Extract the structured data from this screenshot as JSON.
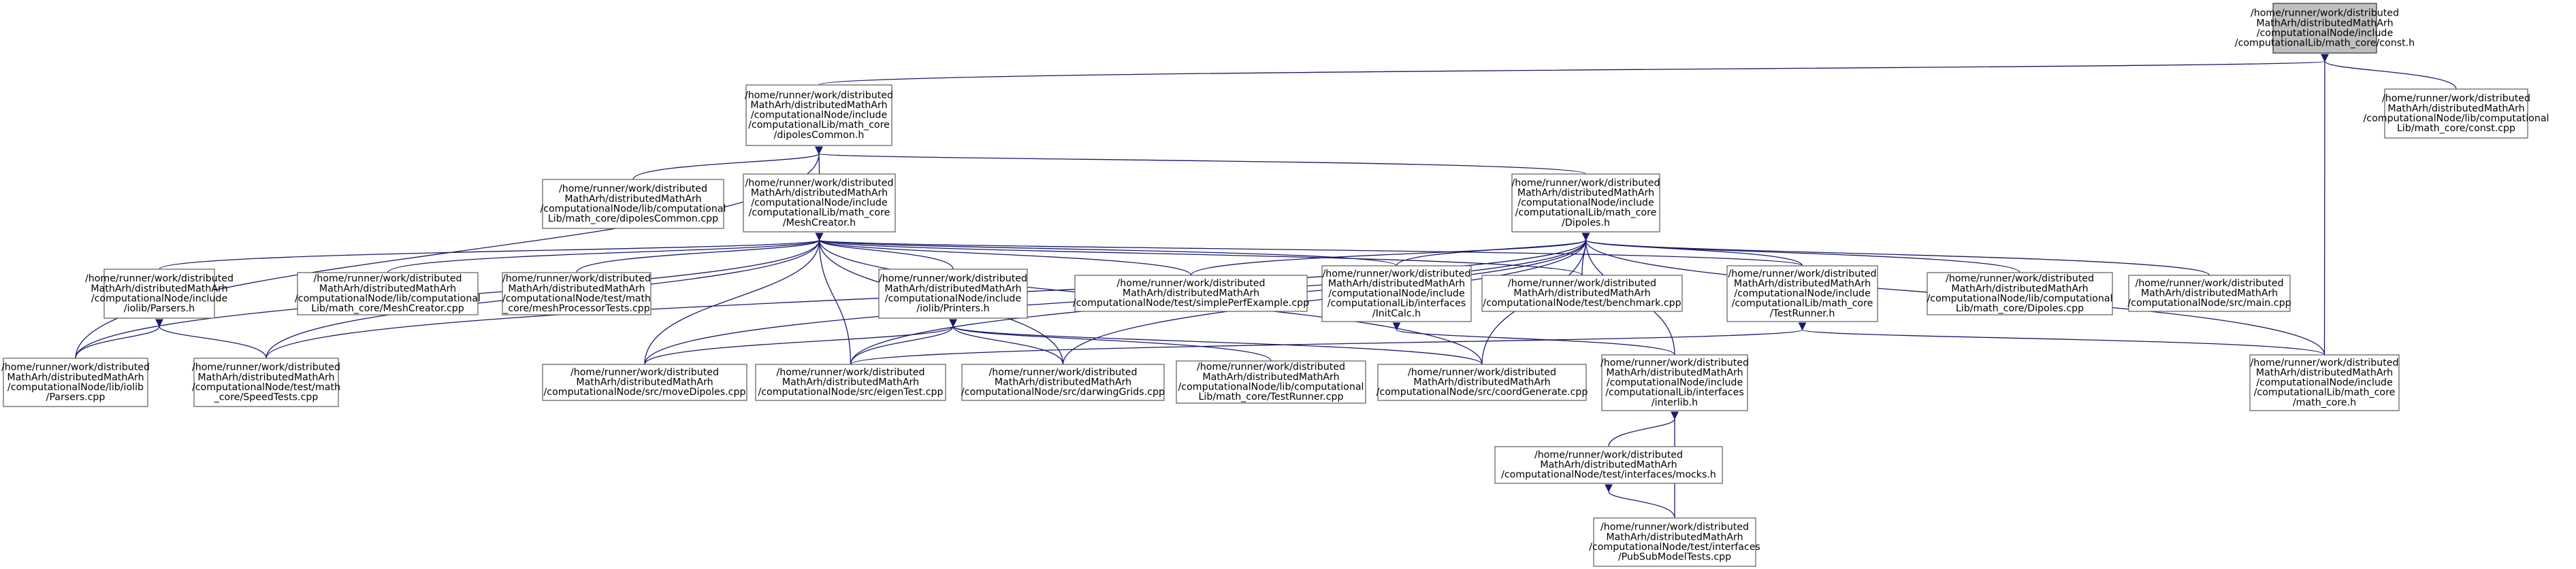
{
  "graph": {
    "title": "/home/runner/work/distributed/MathArh/distributedMathArh/computationalNode/include/computationalLib/math_core/const.h",
    "colors": {
      "edge": "#191970",
      "node_border": "#666666",
      "highlight_fill": "#bfbfbf"
    },
    "nodes": [
      {
        "id": "const_h",
        "highlight": true,
        "lines": [
          "/home/runner/work/distributed",
          "MathArh/distributedMathArh",
          "/computationalNode/include",
          "/computationalLib/math_core/const.h"
        ]
      },
      {
        "id": "const_cpp",
        "lines": [
          "/home/runner/work/distributed",
          "MathArh/distributedMathArh",
          "/computationalNode/lib/computational",
          "Lib/math_core/const.cpp"
        ]
      },
      {
        "id": "dipolesCommon_h",
        "lines": [
          "/home/runner/work/distributed",
          "MathArh/distributedMathArh",
          "/computationalNode/include",
          "/computationalLib/math_core",
          "/dipolesCommon.h"
        ]
      },
      {
        "id": "dipolesCommon_cpp",
        "lines": [
          "/home/runner/work/distributed",
          "MathArh/distributedMathArh",
          "/computationalNode/lib/computational",
          "Lib/math_core/dipolesCommon.cpp"
        ]
      },
      {
        "id": "meshCreator_h",
        "lines": [
          "/home/runner/work/distributed",
          "MathArh/distributedMathArh",
          "/computationalNode/include",
          "/computationalLib/math_core",
          "/MeshCreator.h"
        ]
      },
      {
        "id": "dipoles_h",
        "lines": [
          "/home/runner/work/distributed",
          "MathArh/distributedMathArh",
          "/computationalNode/include",
          "/computationalLib/math_core",
          "/Dipoles.h"
        ]
      },
      {
        "id": "parsers_h",
        "lines": [
          "/home/runner/work/distributed",
          "MathArh/distributedMathArh",
          "/computationalNode/include",
          "/iolib/Parsers.h"
        ]
      },
      {
        "id": "meshCreator_cpp",
        "lines": [
          "/home/runner/work/distributed",
          "MathArh/distributedMathArh",
          "/computationalNode/lib/computational",
          "Lib/math_core/MeshCreator.cpp"
        ]
      },
      {
        "id": "meshProcessorTests_cpp",
        "lines": [
          "/home/runner/work/distributed",
          "MathArh/distributedMathArh",
          "/computationalNode/test/math",
          "_core/meshProcessorTests.cpp"
        ]
      },
      {
        "id": "printers_h",
        "lines": [
          "/home/runner/work/distributed",
          "MathArh/distributedMathArh",
          "/computationalNode/include",
          "/iolib/Printers.h"
        ]
      },
      {
        "id": "simplePerfExample_cpp",
        "lines": [
          "/home/runner/work/distributed",
          "MathArh/distributedMathArh",
          "/computationalNode/test/simplePerfExample.cpp"
        ]
      },
      {
        "id": "initCalc_h",
        "lines": [
          "/home/runner/work/distributed",
          "MathArh/distributedMathArh",
          "/computationalNode/include",
          "/computationalLib/interfaces",
          "/InitCalc.h"
        ]
      },
      {
        "id": "benchmark_cpp",
        "lines": [
          "/home/runner/work/distributed",
          "MathArh/distributedMathArh",
          "/computationalNode/test/benchmark.cpp"
        ]
      },
      {
        "id": "testRunner_h",
        "lines": [
          "/home/runner/work/distributed",
          "MathArh/distributedMathArh",
          "/computationalNode/include",
          "/computationalLib/math_core",
          "/TestRunner.h"
        ]
      },
      {
        "id": "dipoles_cpp",
        "lines": [
          "/home/runner/work/distributed",
          "MathArh/distributedMathArh",
          "/computationalNode/lib/computational",
          "Lib/math_core/Dipoles.cpp"
        ]
      },
      {
        "id": "main_cpp",
        "lines": [
          "/home/runner/work/distributed",
          "MathArh/distributedMathArh",
          "/computationalNode/src/main.cpp"
        ]
      },
      {
        "id": "parsers_cpp",
        "lines": [
          "/home/runner/work/distributed",
          "MathArh/distributedMathArh",
          "/computationalNode/lib/iolib",
          "/Parsers.cpp"
        ]
      },
      {
        "id": "speedTests_cpp",
        "lines": [
          "/home/runner/work/distributed",
          "MathArh/distributedMathArh",
          "/computationalNode/test/math",
          "_core/SpeedTests.cpp"
        ]
      },
      {
        "id": "moveDipoles_cpp",
        "lines": [
          "/home/runner/work/distributed",
          "MathArh/distributedMathArh",
          "/computationalNode/src/moveDipoles.cpp"
        ]
      },
      {
        "id": "eigenTest_cpp",
        "lines": [
          "/home/runner/work/distributed",
          "MathArh/distributedMathArh",
          "/computationalNode/src/eigenTest.cpp"
        ]
      },
      {
        "id": "darwingGrids_cpp",
        "lines": [
          "/home/runner/work/distributed",
          "MathArh/distributedMathArh",
          "/computationalNode/src/darwingGrids.cpp"
        ]
      },
      {
        "id": "testRunner_cpp",
        "lines": [
          "/home/runner/work/distributed",
          "MathArh/distributedMathArh",
          "/computationalNode/lib/computational",
          "Lib/math_core/TestRunner.cpp"
        ]
      },
      {
        "id": "coordGenerate_cpp",
        "lines": [
          "/home/runner/work/distributed",
          "MathArh/distributedMathArh",
          "/computationalNode/src/coordGenerate.cpp"
        ]
      },
      {
        "id": "interlib_h",
        "lines": [
          "/home/runner/work/distributed",
          "MathArh/distributedMathArh",
          "/computationalNode/include",
          "/computationalLib/interfaces",
          "/interlib.h"
        ]
      },
      {
        "id": "math_core_h",
        "lines": [
          "/home/runner/work/distributed",
          "MathArh/distributedMathArh",
          "/computationalNode/include",
          "/computationalLib/math_core",
          "/math_core.h"
        ]
      },
      {
        "id": "mocks_h",
        "lines": [
          "/home/runner/work/distributed",
          "MathArh/distributedMathArh",
          "/computationalNode/test/interfaces/mocks.h"
        ]
      },
      {
        "id": "pubSubModelTests_cpp",
        "lines": [
          "/home/runner/work/distributed",
          "MathArh/distributedMathArh",
          "/computationalNode/test/interfaces",
          "/PubSubModelTests.cpp"
        ]
      }
    ],
    "edges": [
      [
        "const_h",
        "dipolesCommon_h"
      ],
      [
        "const_h",
        "const_cpp"
      ],
      [
        "const_h",
        "math_core_h"
      ],
      [
        "dipolesCommon_h",
        "dipolesCommon_cpp"
      ],
      [
        "dipolesCommon_h",
        "meshCreator_h"
      ],
      [
        "dipolesCommon_h",
        "dipoles_h"
      ],
      [
        "dipolesCommon_h",
        "parsers_cpp"
      ],
      [
        "meshCreator_h",
        "parsers_h"
      ],
      [
        "meshCreator_h",
        "meshCreator_cpp"
      ],
      [
        "meshCreator_h",
        "meshProcessorTests_cpp"
      ],
      [
        "meshCreator_h",
        "printers_h"
      ],
      [
        "meshCreator_h",
        "simplePerfExample_cpp"
      ],
      [
        "meshCreator_h",
        "initCalc_h"
      ],
      [
        "meshCreator_h",
        "benchmark_cpp"
      ],
      [
        "meshCreator_h",
        "testRunner_h"
      ],
      [
        "meshCreator_h",
        "parsers_cpp"
      ],
      [
        "meshCreator_h",
        "speedTests_cpp"
      ],
      [
        "meshCreator_h",
        "moveDipoles_cpp"
      ],
      [
        "meshCreator_h",
        "eigenTest_cpp"
      ],
      [
        "meshCreator_h",
        "darwingGrids_cpp"
      ],
      [
        "meshCreator_h",
        "coordGenerate_cpp"
      ],
      [
        "dipoles_h",
        "simplePerfExample_cpp"
      ],
      [
        "dipoles_h",
        "initCalc_h"
      ],
      [
        "dipoles_h",
        "benchmark_cpp"
      ],
      [
        "dipoles_h",
        "testRunner_h"
      ],
      [
        "dipoles_h",
        "dipoles_cpp"
      ],
      [
        "dipoles_h",
        "main_cpp"
      ],
      [
        "dipoles_h",
        "math_core_h"
      ],
      [
        "dipoles_h",
        "speedTests_cpp"
      ],
      [
        "dipoles_h",
        "moveDipoles_cpp"
      ],
      [
        "dipoles_h",
        "eigenTest_cpp"
      ],
      [
        "dipoles_h",
        "darwingGrids_cpp"
      ],
      [
        "dipoles_h",
        "coordGenerate_cpp"
      ],
      [
        "dipoles_h",
        "interlib_h"
      ],
      [
        "parsers_h",
        "parsers_cpp"
      ],
      [
        "parsers_h",
        "speedTests_cpp"
      ],
      [
        "printers_h",
        "moveDipoles_cpp"
      ],
      [
        "printers_h",
        "eigenTest_cpp"
      ],
      [
        "printers_h",
        "darwingGrids_cpp"
      ],
      [
        "printers_h",
        "testRunner_cpp"
      ],
      [
        "printers_h",
        "coordGenerate_cpp"
      ],
      [
        "initCalc_h",
        "interlib_h"
      ],
      [
        "testRunner_h",
        "math_core_h"
      ],
      [
        "testRunner_h",
        "eigenTest_cpp"
      ],
      [
        "interlib_h",
        "mocks_h"
      ],
      [
        "interlib_h",
        "pubSubModelTests_cpp"
      ],
      [
        "mocks_h",
        "pubSubModelTests_cpp"
      ]
    ]
  }
}
